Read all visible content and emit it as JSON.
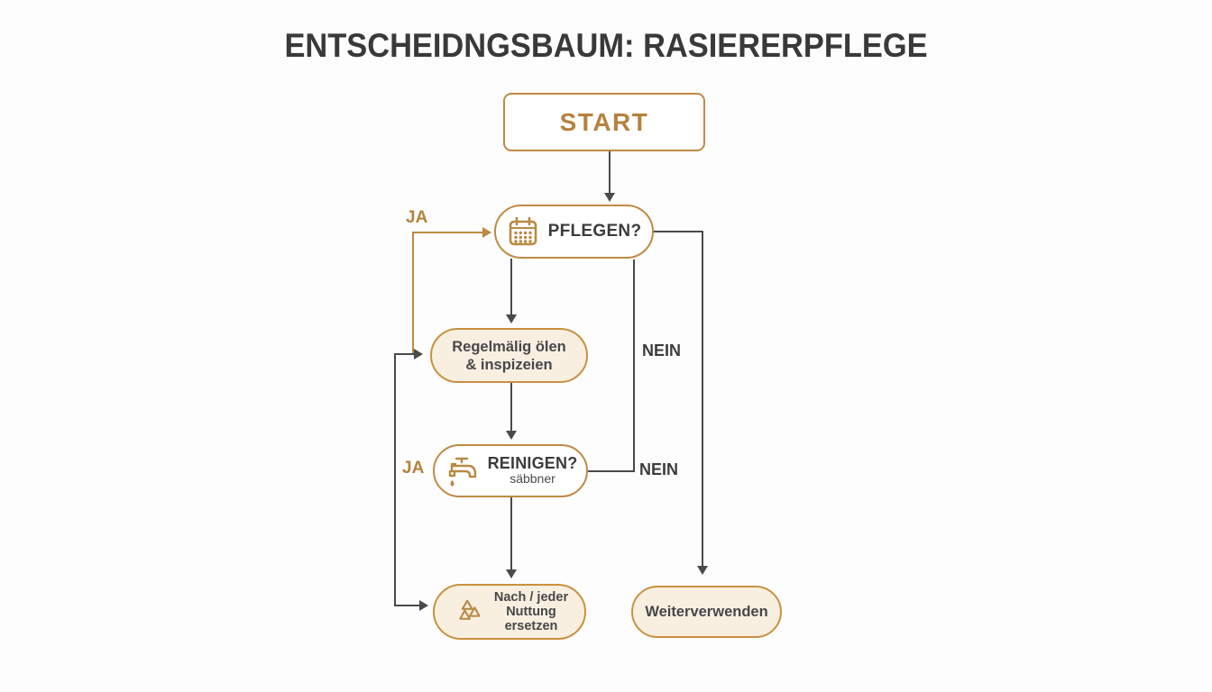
{
  "title": "ENTSCHEIDNGSBAUM: RASIERERPFLEGE",
  "colors": {
    "accent_orange": "#c08a45",
    "node_cream_fill": "#f9efe0",
    "node_white_fill": "#ffffff",
    "connector_dark": "#4a4a4d",
    "text_dark": "#3c3c3e",
    "title_color": "#39393b",
    "background": "#fdfdfd"
  },
  "nodes": {
    "start": {
      "label": "START"
    },
    "pflegen": {
      "label": "PFLEGEN?",
      "icon": "calendar-icon"
    },
    "oil": {
      "line1": "Regelmälig ölen",
      "line2": "& inspizeien"
    },
    "reinigen": {
      "label": "REINIGEN?",
      "sub": "säbbner",
      "icon": "faucet-icon"
    },
    "ersetzen": {
      "line1": "Nach / jeder",
      "line2": "Nuttung",
      "line3": "ersetzen",
      "icon": "recycle-icon"
    },
    "weiter": {
      "label": "Weiterverwenden"
    }
  },
  "edge_labels": {
    "ja_top": "JA",
    "ja_mid": "JA",
    "nein_top": "NEIN",
    "nein_mid": "NEIN"
  }
}
